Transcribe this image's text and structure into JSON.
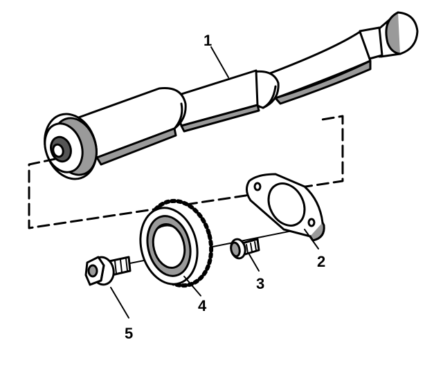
{
  "diagram": {
    "callouts": [
      {
        "id": "1",
        "label": "1",
        "part": "shaft"
      },
      {
        "id": "2",
        "label": "2",
        "part": "gasket"
      },
      {
        "id": "3",
        "label": "3",
        "part": "screw"
      },
      {
        "id": "4",
        "label": "4",
        "part": "gear"
      },
      {
        "id": "5",
        "label": "5",
        "part": "bolt"
      }
    ],
    "colors": {
      "line": "#000000",
      "fill": "#ffffff",
      "shade": "#9a9a9a",
      "dark": "#555555"
    }
  }
}
